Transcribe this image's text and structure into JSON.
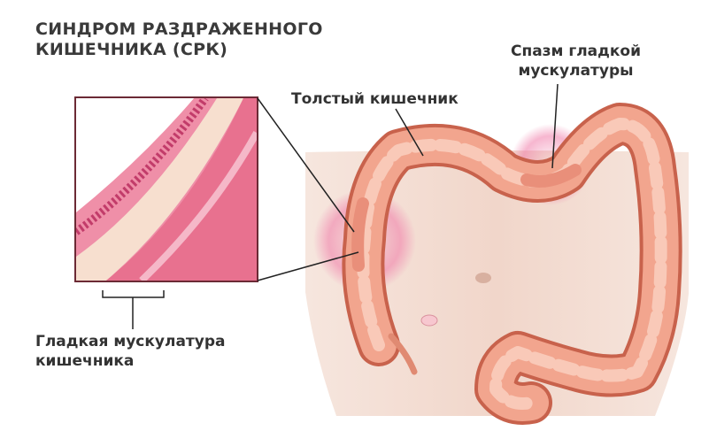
{
  "title": {
    "line1": "СИНДРОМ РАЗДРАЖЕННОГО",
    "line2": "КИШЕЧНИКА (СРК)"
  },
  "labels": {
    "spasm_line1": "Спазм гладкой",
    "spasm_line2": "мускулатуры",
    "colon": "Толстый кишечник",
    "smooth_muscle_line1": "Гладкая мускулатура",
    "smooth_muscle_line2": "кишечника"
  },
  "colors": {
    "colon": "#f2a58e",
    "colon_outline": "#c8624c",
    "wall": "#e87a9a",
    "torso": "#f3ddd2",
    "highlight": "#f07aa8"
  }
}
